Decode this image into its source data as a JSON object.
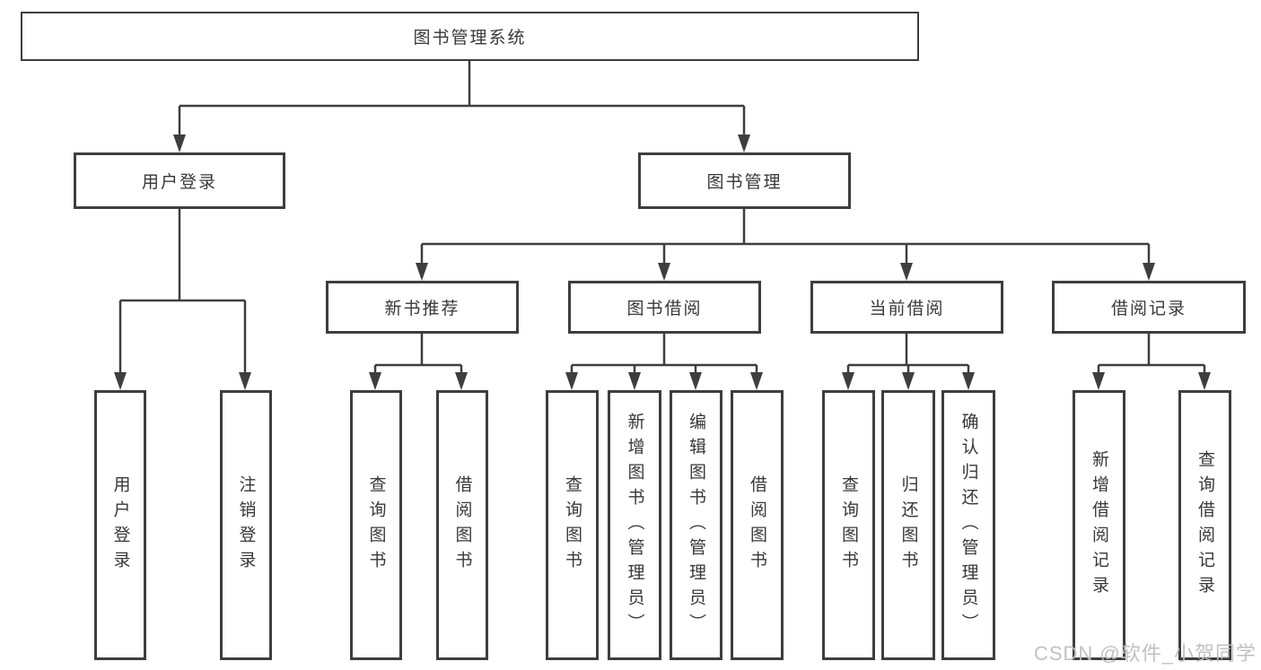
{
  "tree": {
    "root": "图书管理系统",
    "branches": [
      {
        "label": "用户登录",
        "children": [
          "用户登录",
          "注销登录"
        ]
      },
      {
        "label": "图书管理",
        "sections": [
          {
            "label": "新书推荐",
            "children": [
              "查询图书",
              "借阅图书"
            ]
          },
          {
            "label": "图书借阅",
            "children": [
              "查询图书",
              "新增图书（管理员）",
              "编辑图书（管理员）",
              "借阅图书"
            ]
          },
          {
            "label": "当前借阅",
            "children": [
              "查询图书",
              "归还图书",
              "确认归还（管理员）"
            ]
          },
          {
            "label": "借阅记录",
            "children": [
              "新增借阅记录",
              "查询借阅记录"
            ]
          }
        ]
      }
    ]
  },
  "watermark": {
    "text": "CSDN @软件_小贺同学"
  },
  "colors": {
    "line": "#3e3e3e",
    "box_border": "#3e3e3e",
    "text": "#383838",
    "watermark": "#bebec2",
    "background": "#ffffff"
  }
}
